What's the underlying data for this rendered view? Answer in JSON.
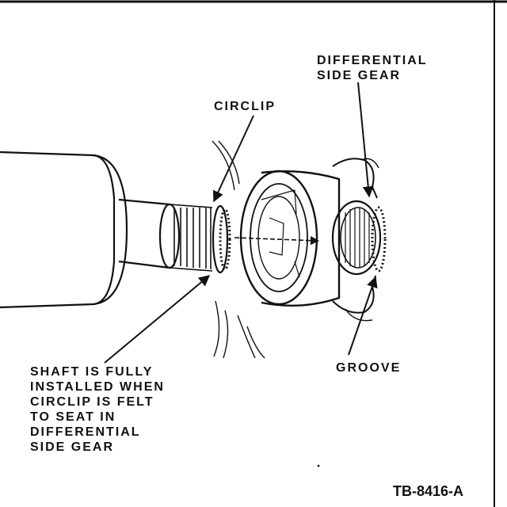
{
  "labels": {
    "differential_side_gear": [
      "DIFFERENTIAL",
      "SIDE GEAR"
    ],
    "circlip": "CIRCLIP",
    "groove": "GROOVE",
    "note": [
      "SHAFT IS FULLY",
      "INSTALLED WHEN",
      "CIRCLIP IS FELT",
      "TO SEAT IN",
      "DIFFERENTIAL",
      "SIDE GEAR"
    ]
  },
  "figure_id": "TB-8416-A",
  "colors": {
    "ink": "#111111",
    "paper": "#ffffff"
  }
}
